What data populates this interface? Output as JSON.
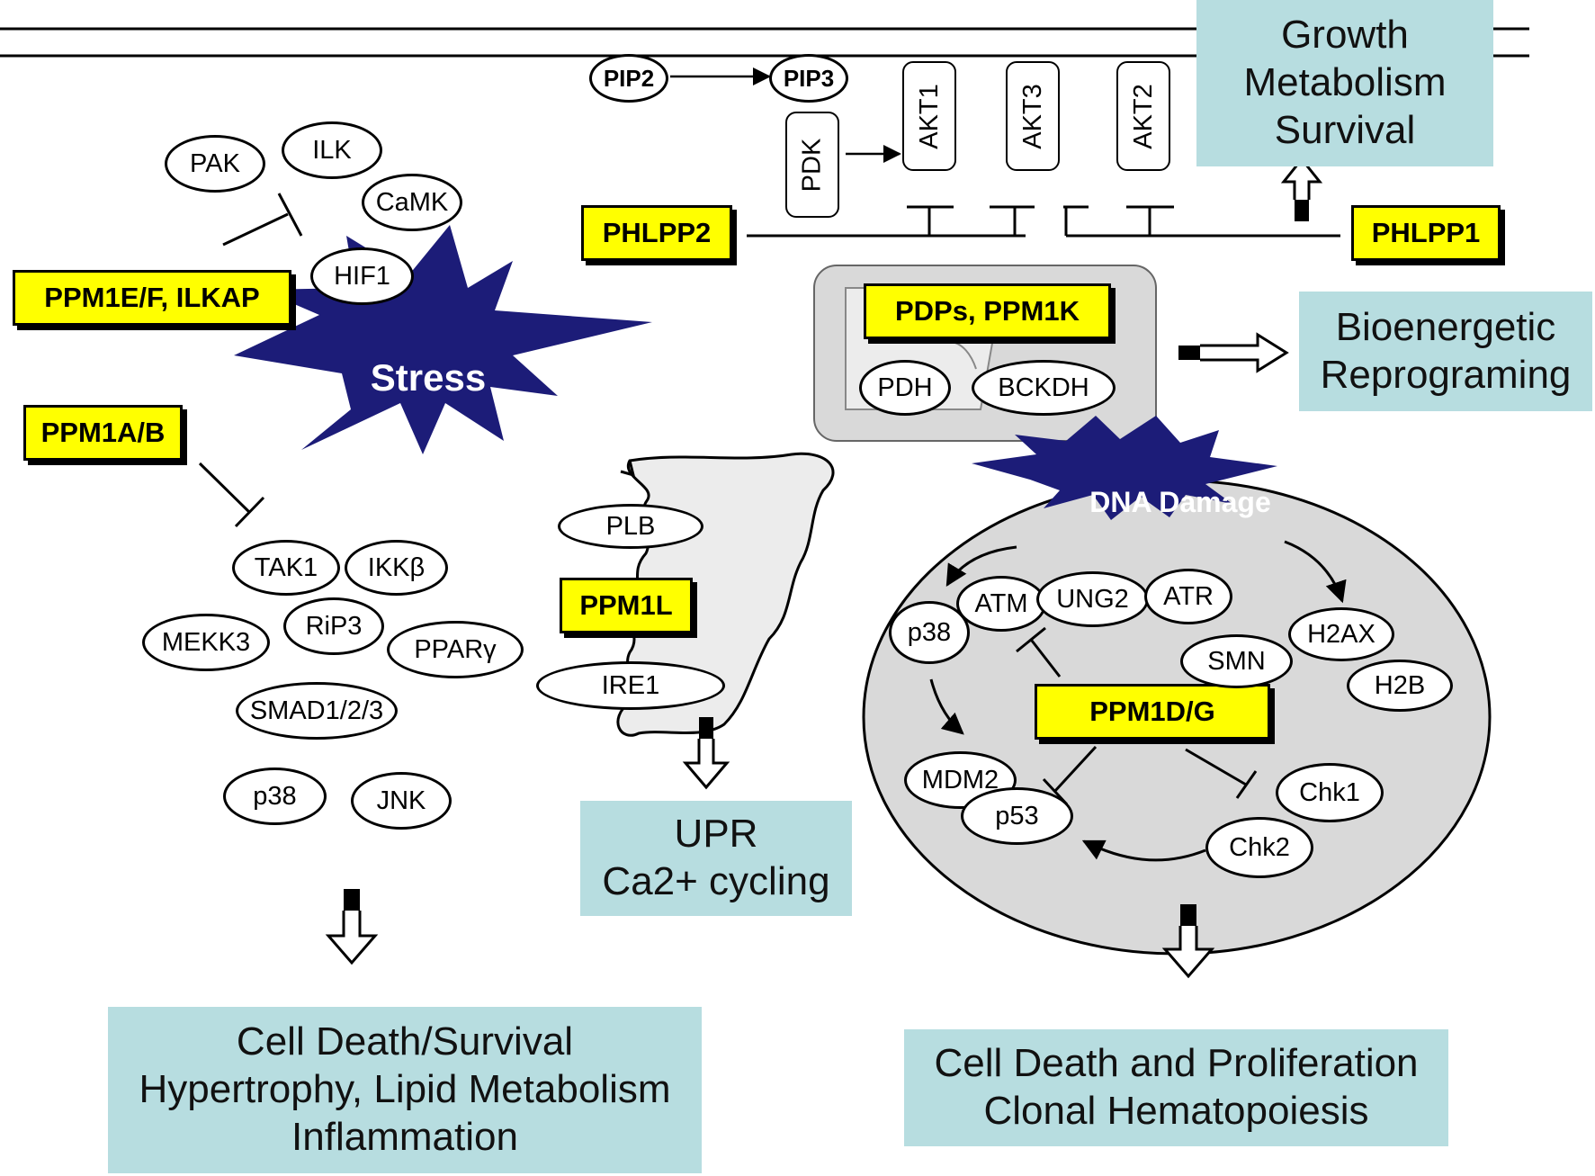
{
  "outcomes": {
    "growth": [
      "Growth",
      "Metabolism",
      "Survival"
    ],
    "bioenergetic": [
      "Bioenergetic",
      "Reprograming"
    ],
    "upr": [
      "UPR",
      "Ca2+ cycling"
    ],
    "cell_death_survival": [
      "Cell Death/Survival",
      "Hypertrophy, Lipid Metabolism",
      "Inflammation"
    ],
    "cell_death_proliferation": [
      "Cell Death and Proliferation",
      "Clonal Hematopoiesis"
    ]
  },
  "phosphatases": {
    "ppm1ef": "PPM1E/F, ILKAP",
    "ppm1ab": "PPM1A/B",
    "phlpp2": "PHLPP2",
    "phlpp1": "PHLPP1",
    "pdps": "PDPs, PPM1K",
    "ppm1l": "PPM1L",
    "ppm1dg": "PPM1D/G"
  },
  "stress_label": "Stress",
  "dna_damage_label": "DNA Damage",
  "membrane_nodes": {
    "pip2": "PIP2",
    "pip3": "PIP3",
    "pdk": "PDK",
    "akt1": "AKT1",
    "akt3": "AKT3",
    "akt2": "AKT2"
  },
  "stress_targets_top": {
    "pak": "PAK",
    "ilk": "ILK",
    "camk": "CaMK",
    "hif1": "HIF1"
  },
  "stress_targets_bottom": {
    "tak1": "TAK1",
    "ikkb": "IKKβ",
    "mekk3": "MEKK3",
    "rip3": "RiP3",
    "pparg": "PPARγ",
    "smad": "SMAD1/2/3",
    "p38": "p38",
    "jnk": "JNK"
  },
  "mito_nodes": {
    "pdh": "PDH",
    "bckdh": "BCKDH"
  },
  "er_nodes": {
    "plb": "PLB",
    "ire1": "IRE1"
  },
  "nucleus_nodes": {
    "p38": "p38",
    "atm": "ATM",
    "ung2": "UNG2",
    "atr": "ATR",
    "h2ax": "H2AX",
    "smn": "SMN",
    "h2b": "H2B",
    "mdm2": "MDM2",
    "p53": "p53",
    "chk1": "Chk1",
    "chk2": "Chk2"
  },
  "colors": {
    "phosphatase_fill": "#ffff00",
    "outcome_fill": "#b7dde0",
    "burst_fill": "#1c1c78",
    "compartment_fill": "#d9d9d9"
  }
}
